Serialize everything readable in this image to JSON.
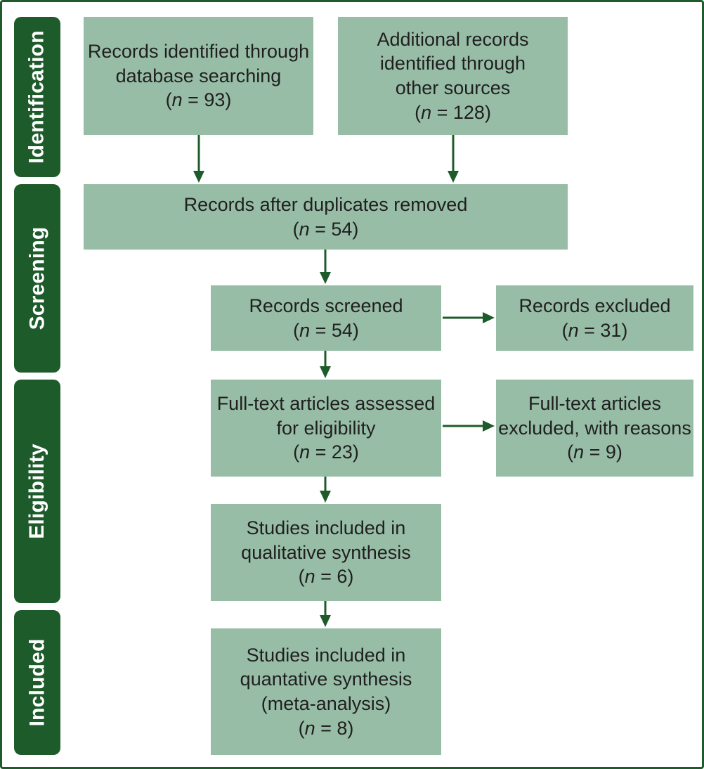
{
  "stages": [
    {
      "id": "identification",
      "label": "Identification"
    },
    {
      "id": "screening",
      "label": "Screening"
    },
    {
      "id": "eligibility",
      "label": "Eligibility"
    },
    {
      "id": "included",
      "label": "Included"
    }
  ],
  "boxes": {
    "db_search": {
      "lines": [
        "Records identified through",
        "database searching"
      ],
      "n": "93"
    },
    "other_sources": {
      "lines": [
        "Additional records",
        "identified through",
        "other sources"
      ],
      "n": "128"
    },
    "after_duplicates": {
      "lines": [
        "Records after duplicates removed"
      ],
      "n": "54"
    },
    "screened": {
      "lines": [
        "Records screened"
      ],
      "n": "54"
    },
    "excluded": {
      "lines": [
        "Records excluded"
      ],
      "n": "31"
    },
    "fulltext_assessed": {
      "lines": [
        "Full-text articles assessed",
        "for eligibility"
      ],
      "n": "23"
    },
    "fulltext_excluded": {
      "lines": [
        "Full-text articles",
        "excluded, with reasons"
      ],
      "n": "9"
    },
    "qualitative": {
      "lines": [
        "Studies included in",
        "qualitative synthesis"
      ],
      "n": "6"
    },
    "quantitative": {
      "lines": [
        "Studies included in",
        "quantative synthesis",
        "(meta-analysis)"
      ],
      "n": "8"
    }
  },
  "count_format": {
    "open": "(",
    "var": "n",
    "eq": " = ",
    "close": ")"
  },
  "colors": {
    "stage_bg": "#1e5b2b",
    "box_bg": "#98bda6",
    "arrow": "#1e5b2b",
    "text": "#1f1f1f"
  }
}
